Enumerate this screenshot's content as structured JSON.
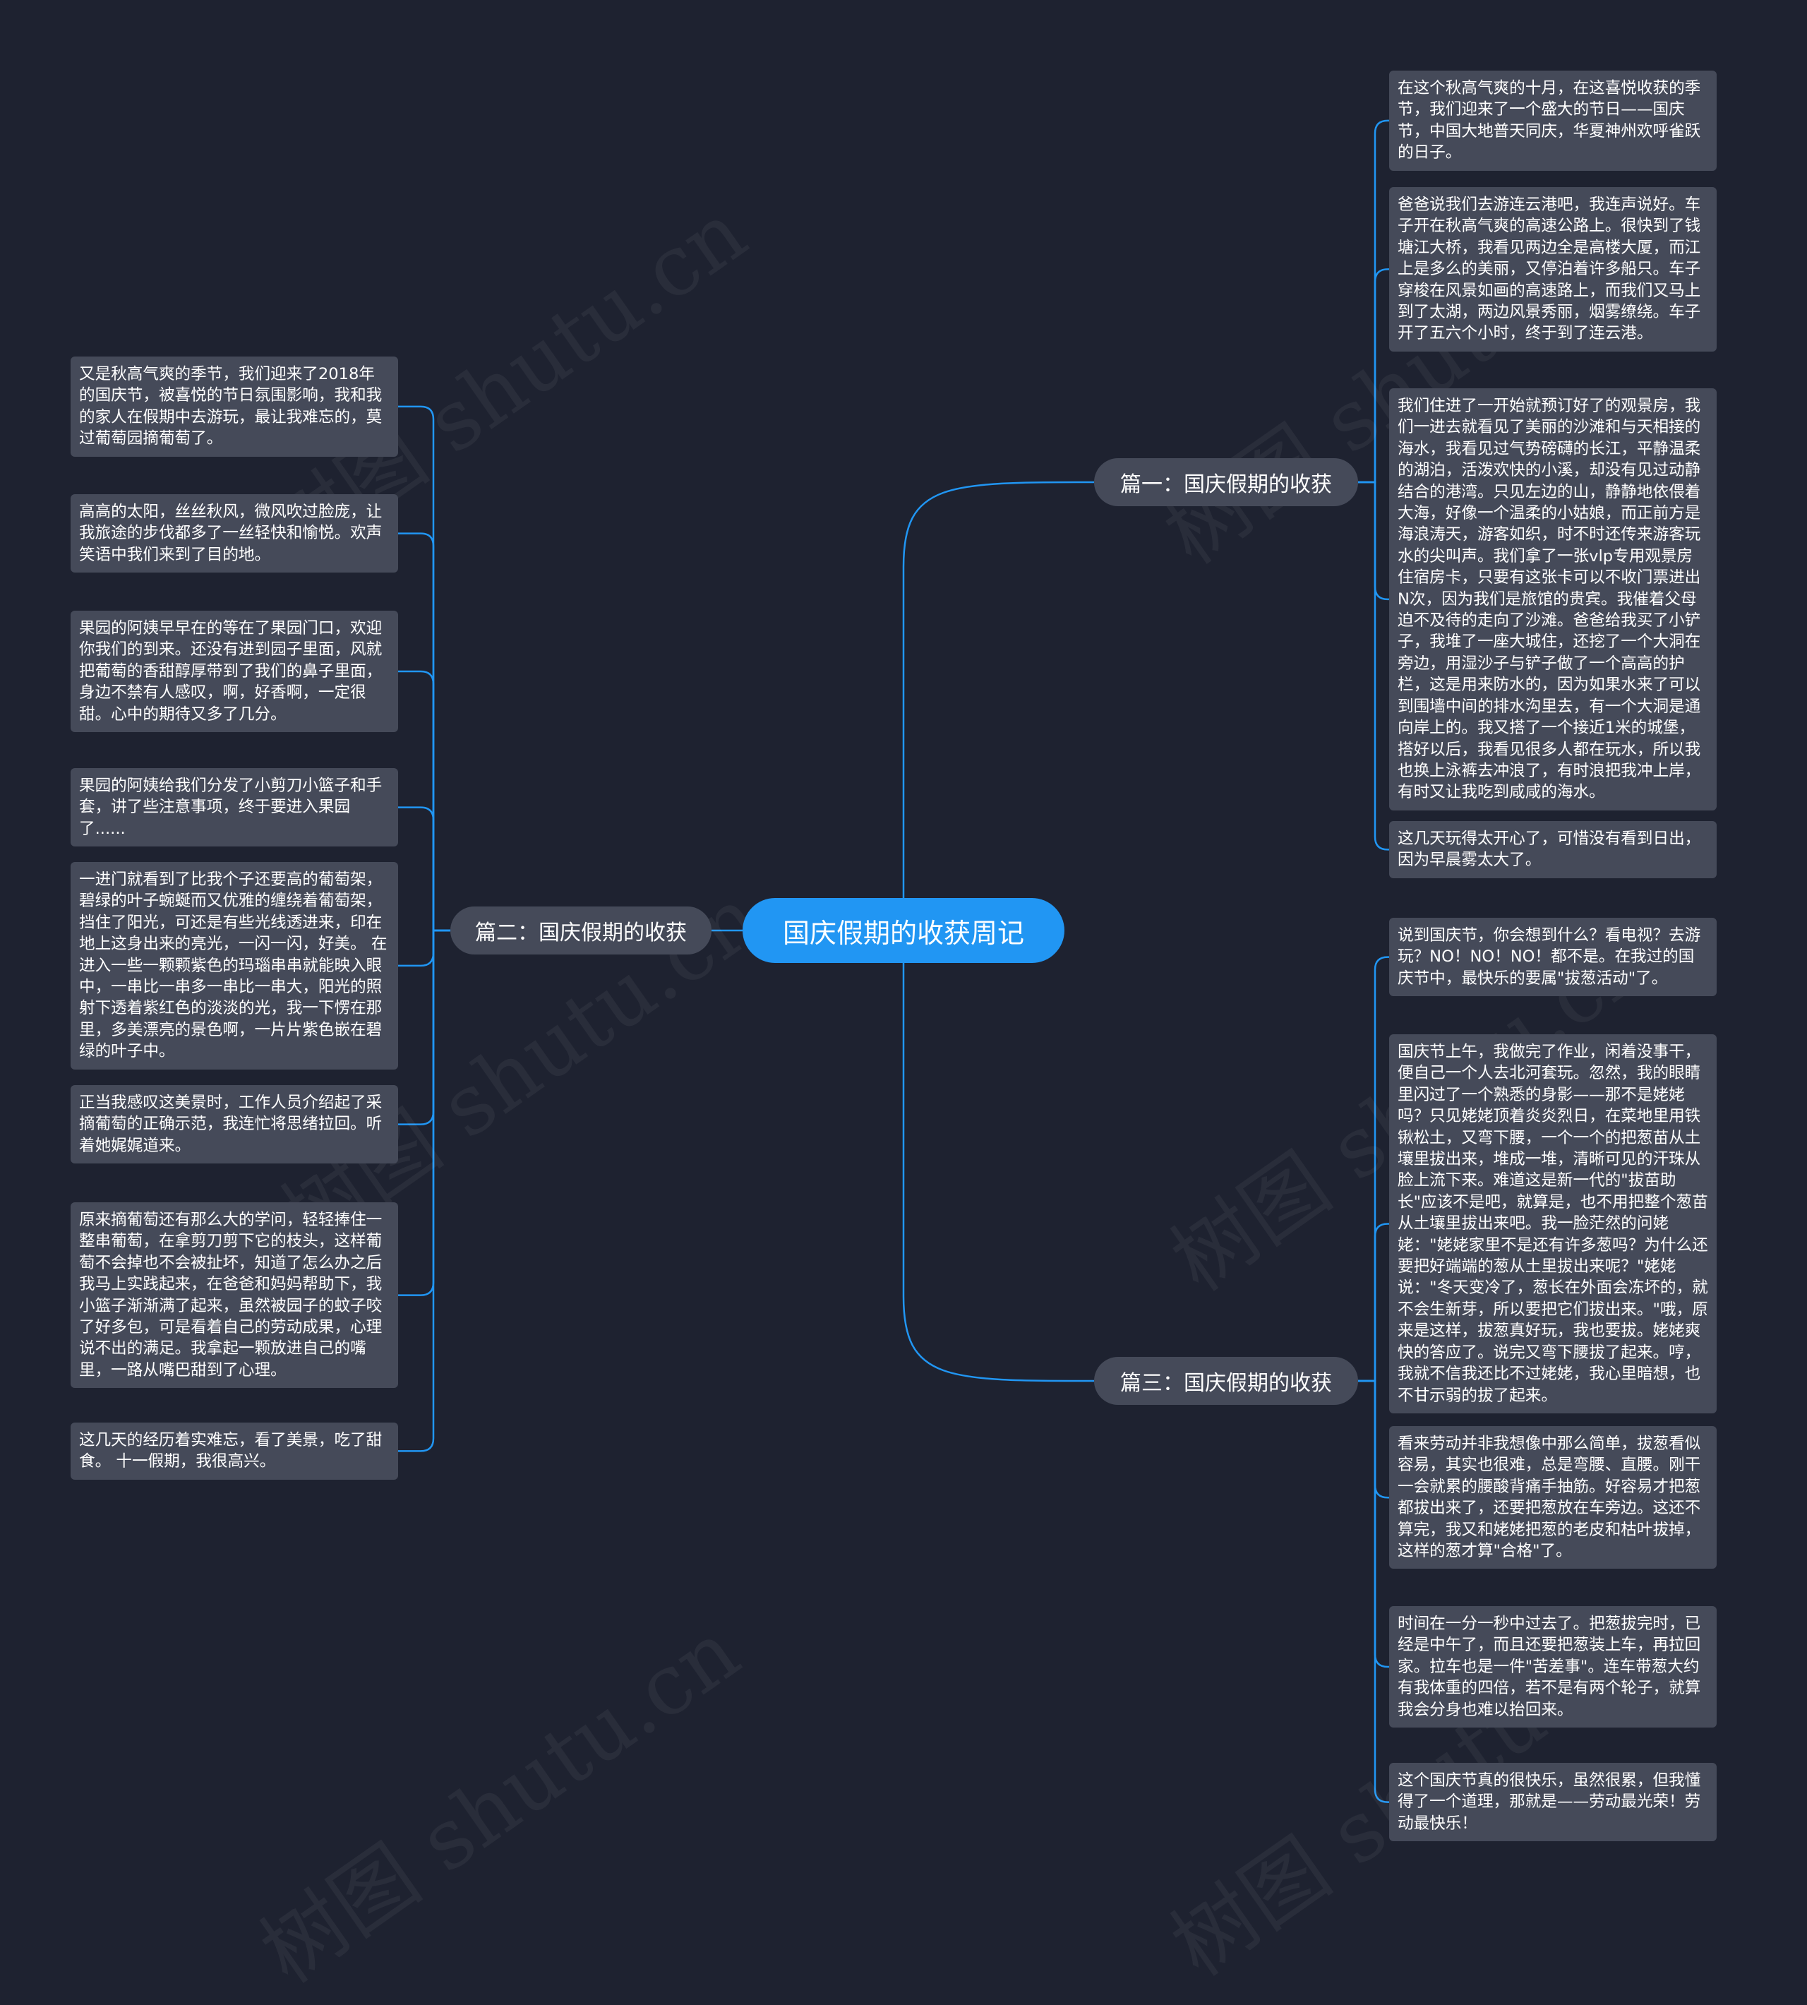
{
  "colors": {
    "background": "#1e2230",
    "center_node": "#2196f3",
    "node": "#454a59",
    "connector": "#2196f3",
    "text": "#ffffff"
  },
  "watermark": "树图 shutu.cn",
  "root": {
    "label": "国庆假期的收获周记"
  },
  "branches": [
    {
      "label": "篇一：国庆假期的收获",
      "items": [
        "在这个秋高气爽的十月，在这喜悦收获的季节，我们迎来了一个盛大的节日——国庆节，中国大地普天同庆，华夏神州欢呼雀跃的日子。",
        "爸爸说我们去游连云港吧，我连声说好。车子开在秋高气爽的高速公路上。很快到了钱塘江大桥，我看见两边全是高楼大厦，而江上是多么的美丽，又停泊着许多船只。车子穿梭在风景如画的高速路上，而我们又马上到了太湖，两边风景秀丽，烟雾缭绕。车子开了五六个小时，终于到了连云港。",
        "我们住进了一开始就预订好了的观景房，我们一进去就看见了美丽的沙滩和与天相接的海水，我看见过气势磅礴的长江，平静温柔的湖泊，活泼欢快的小溪，却没有见过动静结合的港湾。只见左边的山，静静地依偎着大海，好像一个温柔的小姑娘，而正前方是海浪涛天，游客如织，时不时还传来游客玩水的尖叫声。我们拿了一张vlp专用观景房住宿房卡，只要有这张卡可以不收门票进出N次，因为我们是旅馆的贵宾。我催着父母迫不及待的走向了沙滩。爸爸给我买了小铲子，我堆了一座大城住，还挖了一个大洞在旁边，用湿沙子与铲子做了一个高高的护栏，这是用来防水的，因为如果水来了可以到围墙中间的排水沟里去，有一个大洞是通向岸上的。我又搭了一个接近1米的城堡，搭好以后，我看见很多人都在玩水，所以我也换上泳裤去冲浪了，有时浪把我冲上岸，有时又让我吃到咸咸的海水。",
        "这几天玩得太开心了，可惜没有看到日出，因为早晨雾太大了。"
      ]
    },
    {
      "label": "篇二：国庆假期的收获",
      "items": [
        "又是秋高气爽的季节，我们迎来了2018年的国庆节，被喜悦的节日氛围影响，我和我的家人在假期中去游玩，最让我难忘的，莫过葡萄园摘葡萄了。",
        "高高的太阳，丝丝秋风，微风吹过脸庞，让我旅途的步伐都多了一丝轻快和愉悦。欢声笑语中我们来到了目的地。",
        "果园的阿姨早早在的等在了果园门口，欢迎你我们的到来。还没有进到园子里面，风就把葡萄的香甜醇厚带到了我们的鼻子里面，身边不禁有人感叹，啊，好香啊，一定很甜。心中的期待又多了几分。",
        "果园的阿姨给我们分发了小剪刀小篮子和手套，讲了些注意事项，终于要进入果园了......",
        "一进门就看到了比我个子还要高的葡萄架，碧绿的叶子蜿蜒而又优雅的缠绕着葡萄架，挡住了阳光，可还是有些光线透进来，印在地上这身出来的亮光，一闪一闪，好美。 在进入一些一颗颗紫色的玛瑙串串就能映入眼中，一串比一串多一串比一串大，阳光的照射下透着紫红色的淡淡的光，我一下愣在那里，多美漂亮的景色啊，一片片紫色嵌在碧绿的叶子中。",
        "正当我感叹这美景时，工作人员介绍起了采摘葡萄的正确示范，我连忙将思绪拉回。听着她娓娓道来。",
        "原来摘葡萄还有那么大的学问，轻轻捧住一整串葡萄，在拿剪刀剪下它的枝头，这样葡萄不会掉也不会被扯坏，知道了怎么办之后我马上实践起来，在爸爸和妈妈帮助下，我小篮子渐渐满了起来，虽然被园子的蚊子咬了好多包，可是看着自己的劳动成果，心理说不出的满足。我拿起一颗放进自己的嘴里，一路从嘴巴甜到了心理。",
        "这几天的经历着实难忘，看了美景，吃了甜食。 十一假期，我很高兴。"
      ]
    },
    {
      "label": "篇三：国庆假期的收获",
      "items": [
        "说到国庆节，你会想到什么？看电视？去游玩？NO！NO！NO！都不是。在我过的国庆节中，最快乐的要属\"拔葱活动\"了。",
        "国庆节上午，我做完了作业，闲着没事干，便自己一个人去北河套玩。忽然，我的眼睛里闪过了一个熟悉的身影——那不是姥姥吗？只见姥姥顶着炎炎烈日，在菜地里用铁锹松土，又弯下腰，一个一个的把葱苗从土壤里拔出来，堆成一堆，清晰可见的汗珠从脸上流下来。难道这是新一代的\"拔苗助长\"应该不是吧，就算是，也不用把整个葱苗从土壤里拔出来吧。我一脸茫然的问姥姥：\"姥姥家里不是还有许多葱吗？为什么还要把好端端的葱从土里拔出来呢？\"姥姥说：\"冬天变冷了，葱长在外面会冻坏的，就不会生新芽，所以要把它们拔出来。\"哦，原来是这样，拔葱真好玩，我也要拔。姥姥爽快的答应了。说完又弯下腰拔了起来。哼，我就不信我还比不过姥姥，我心里暗想，也不甘示弱的拔了起来。",
        "看来劳动并非我想像中那么简单，拔葱看似容易，其实也很难，总是弯腰、直腰。刚干一会就累的腰酸背痛手抽筋。好容易才把葱都拔出来了，还要把葱放在车旁边。这还不算完，我又和姥姥把葱的老皮和枯叶拔掉，这样的葱才算\"合格\"了。",
        "时间在一分一秒中过去了。把葱拔完时，已经是中午了，而且还要把葱装上车，再拉回家。拉车也是一件\"苦差事\"。连车带葱大约有我体重的四倍，若不是有两个轮子，就算我会分身也难以抬回来。",
        "这个国庆节真的很快乐，虽然很累，但我懂得了一个道理，那就是——劳动最光荣！劳动最快乐！"
      ]
    }
  ]
}
